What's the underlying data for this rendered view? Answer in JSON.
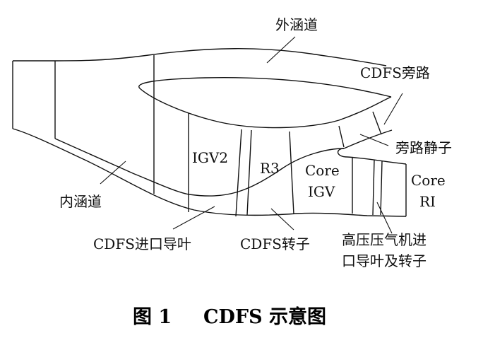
{
  "labels": {
    "outer_bypass": "外涵道",
    "cdfs_bypass": "CDFS旁路",
    "bypass_stator": "旁路静子",
    "igv2": "IGV2",
    "r3": "R3",
    "core_igv_1": "Core",
    "core_igv_2": "IGV",
    "core_ri_1": "Core",
    "core_ri_2": "RI",
    "inner_duct": "内涵道",
    "cdfs_inlet_guide_vane": "CDFS进口导叶",
    "cdfs_rotor": "CDFS转子",
    "hpc_note_1": "高压压气机进",
    "hpc_note_2": "口导叶及转子"
  },
  "caption": {
    "number": "图 1",
    "title": "CDFS 示意图"
  }
}
